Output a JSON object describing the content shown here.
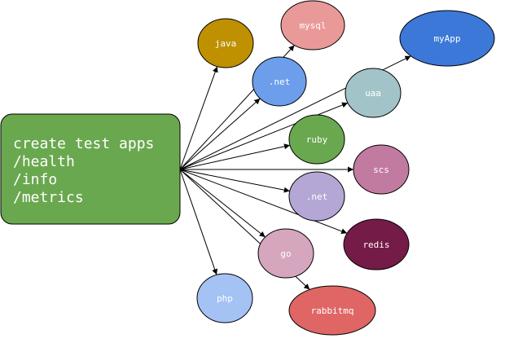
{
  "diagram": {
    "source": {
      "lines": [
        "create test apps",
        "/health",
        "/info",
        "/metrics"
      ],
      "fill": "#6aa84f",
      "text_color": "#ffffff"
    },
    "nodes": [
      {
        "id": "java",
        "label": "java",
        "fill": "#bf9000",
        "text_color": "#ffffff"
      },
      {
        "id": "mysql",
        "label": "mysql",
        "fill": "#ea9999",
        "text_color": "#ffffff"
      },
      {
        "id": "myapp",
        "label": "myApp",
        "fill": "#3c78d8",
        "text_color": "#ffffff"
      },
      {
        "id": "dotnet-1",
        "label": ".net",
        "fill": "#6d9eeb",
        "text_color": "#ffffff"
      },
      {
        "id": "uaa",
        "label": "uaa",
        "fill": "#a2c4c9",
        "text_color": "#ffffff"
      },
      {
        "id": "ruby",
        "label": "ruby",
        "fill": "#6aa84f",
        "text_color": "#ffffff"
      },
      {
        "id": "scs",
        "label": "scs",
        "fill": "#c27ba0",
        "text_color": "#ffffff"
      },
      {
        "id": "dotnet-2",
        "label": ".net",
        "fill": "#b4a7d6",
        "text_color": "#ffffff"
      },
      {
        "id": "redis",
        "label": "redis",
        "fill": "#741b47",
        "text_color": "#ffffff"
      },
      {
        "id": "go",
        "label": "go",
        "fill": "#d5a6bd",
        "text_color": "#ffffff"
      },
      {
        "id": "php",
        "label": "php",
        "fill": "#a4c2f4",
        "text_color": "#ffffff"
      },
      {
        "id": "rabbitmq",
        "label": "rabbitmq",
        "fill": "#e06666",
        "text_color": "#ffffff"
      }
    ],
    "edge_color": "#000000"
  }
}
